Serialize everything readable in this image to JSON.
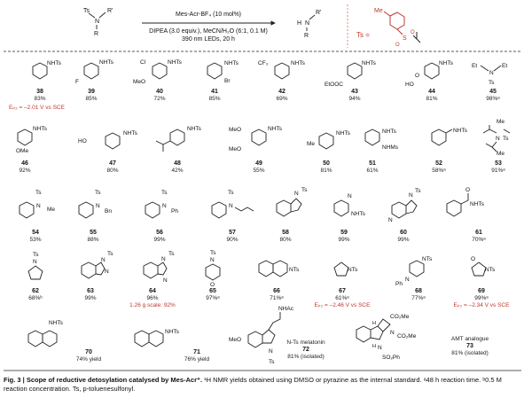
{
  "scheme": {
    "reactant_ts": "Ts",
    "reactant_r": "R'",
    "reactant_n": "N",
    "reactant_r2": "R",
    "reagent_top": "Mes-Acr-BF₄ (10 mol%)",
    "reagent_mid": "DIPEA (3.0 equiv.), MeCN/H₂O (6:1, 0.1 M)",
    "reagent_bot": "390 nm LEDs, 20 h",
    "product_h": "H",
    "product_n": "N",
    "product_r": "R'",
    "product_r2": "R",
    "ts_label": "Ts =",
    "ts_me": "Me",
    "ts_s": "S",
    "ts_o1": "O",
    "ts_o2": "O"
  },
  "compounds": [
    {
      "num": "38",
      "yield": "83%",
      "sub": "Eₚ₂ = –2.01 V vs SCE",
      "label": "NHTs"
    },
    {
      "num": "39",
      "yield": "85%",
      "label": "NHTs",
      "f": "F"
    },
    {
      "num": "40",
      "yield": "72%",
      "label": "NHTs",
      "cl": "Cl",
      "meo": "MeO"
    },
    {
      "num": "41",
      "yield": "85%",
      "label": "NHTs",
      "br": "Br"
    },
    {
      "num": "42",
      "yield": "69%",
      "label": "NHTs",
      "cf3": "CF₃"
    },
    {
      "num": "43",
      "yield": "94%",
      "label": "NHTs",
      "etooc": "EtOOC"
    },
    {
      "num": "44",
      "yield": "81%",
      "label": "NHTs",
      "ho": "HO",
      "o": "O"
    },
    {
      "num": "45",
      "yield": "98%ᵃ",
      "n": "N",
      "ts": "Ts",
      "et1": "Et",
      "et2": "Et"
    },
    {
      "num": "46",
      "yield": "92%",
      "label": "NHTs",
      "ome": "OMe"
    },
    {
      "num": "47",
      "yield": "80%",
      "label": "NHTs",
      "ho": "HO"
    },
    {
      "num": "48",
      "yield": "42%",
      "label": "NHTs"
    },
    {
      "num": "49",
      "yield": "55%",
      "label": "NHTs",
      "meo1": "MeO",
      "meo2": "MeO"
    },
    {
      "num": "50",
      "yield": "81%",
      "label": "NHTs",
      "me": "Me"
    },
    {
      "num": "51",
      "yield": "61%",
      "label": "NHTs",
      "nhms": "NHMs"
    },
    {
      "num": "52",
      "yield": "58%ᵃ",
      "label": "NHTs"
    },
    {
      "num": "53",
      "yield": "91%ᵃ",
      "n": "N",
      "ts": "Ts",
      "me1": "Me",
      "me2": "Me"
    },
    {
      "num": "54",
      "yield": "53%",
      "ts": "Ts",
      "n": "N",
      "me": "Me"
    },
    {
      "num": "55",
      "yield": "88%",
      "ts": "Ts",
      "n": "N",
      "bn": "Bn"
    },
    {
      "num": "56",
      "yield": "99%",
      "ts": "Ts",
      "n": "N",
      "ph": "Ph"
    },
    {
      "num": "57",
      "yield": "90%",
      "ts": "Ts",
      "n": "N"
    },
    {
      "num": "58",
      "yield": "80%",
      "ts": "Ts",
      "n": "N"
    },
    {
      "num": "59",
      "yield": "99%",
      "label": "NHTs",
      "n": "N"
    },
    {
      "num": "60",
      "yield": "99%",
      "ts": "Ts",
      "n1": "N",
      "n2": "N"
    },
    {
      "num": "61",
      "yield": "70%ᵃ",
      "label": "NHTs",
      "o": "O"
    },
    {
      "num": "62",
      "yield": "68%ᵇ",
      "ts": "Ts",
      "n": "N"
    },
    {
      "num": "63",
      "yield": "99%",
      "ts": "Ts",
      "n1": "N",
      "n2": "N"
    },
    {
      "num": "64",
      "yield": "96%",
      "sub": "1.26 g scale: 92%",
      "ts": "Ts",
      "n1": "N",
      "n2": "N"
    },
    {
      "num": "65",
      "yield": "97%ᵃ",
      "ts": "Ts",
      "n": "N",
      "o": "O"
    },
    {
      "num": "66",
      "yield": "71%ᵃ",
      "label": "NTs"
    },
    {
      "num": "67",
      "yield": "61%ᵃ",
      "sub": "Eₚ₂ = –2.46 V vs SCE",
      "label": "NTs"
    },
    {
      "num": "68",
      "yield": "77%ᵃ",
      "label": "NTs",
      "n": "N",
      "ph": "Ph"
    },
    {
      "num": "69",
      "yield": "99%ᵃ",
      "sub": "Eₚ₂ = –2.34 V vs SCE",
      "label": "NTs",
      "o": "O"
    },
    {
      "num": "70",
      "yield": "74% yield",
      "label": "NHTs"
    },
    {
      "num": "71",
      "yield": "76% yield",
      "label": "NHTs"
    },
    {
      "num": "72",
      "name": "N-Ts melatonin",
      "yield": "81% (isolated)",
      "meo": "MeO",
      "nhac": "NHAc",
      "n": "N",
      "ts": "Ts"
    },
    {
      "num": "73",
      "name": "AMT analogue",
      "yield": "81% (isolated)",
      "co2me1": "CO₂Me",
      "co2me2": "CO₂Me",
      "n1": "N",
      "n2": "N",
      "so2ph": "SO₂Ph",
      "h1": "H",
      "h2": "H"
    }
  ],
  "caption": {
    "title": "Fig. 3 | Scope of reductive detosylation catalysed by Mes-Acr⁺.",
    "text": " ¹H NMR yields obtained using DMSO or pyrazine as the internal standard. ᵃ48 h reaction time. ᵇ0.5 M reaction concentration. Ts, p-toluenesulfonyl."
  },
  "colors": {
    "accent": "#c0392b",
    "text": "#111111"
  }
}
